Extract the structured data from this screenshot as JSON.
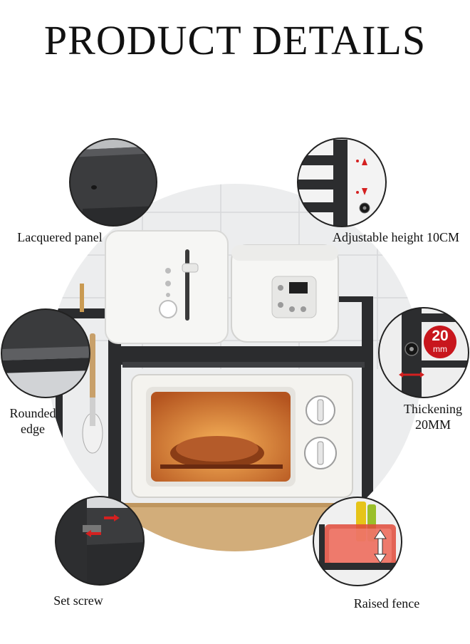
{
  "title": "PRODUCT DETAILS",
  "callouts": {
    "lacquered_panel": "Lacquered panel",
    "adjustable_height": "Adjustable height 10CM",
    "rounded_edge": "Rounded edge",
    "thickening": "Thickening 20MM",
    "thickness_badge_value": "20",
    "thickness_badge_unit": "mm",
    "set_screw": "Set screw",
    "raised_fence": "Raised fence"
  },
  "colors": {
    "rack": "#2b2c2e",
    "badge": "#c8161d",
    "arrow": "#d42020",
    "appliance_white": "#f4f4f2",
    "oven_glow": "#e98a3a"
  }
}
